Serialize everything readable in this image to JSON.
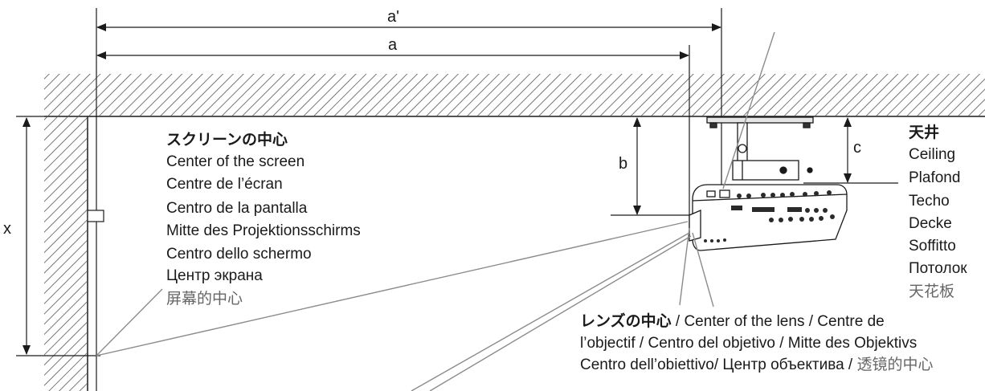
{
  "dimensions": {
    "a_prime": "a'",
    "a": "a",
    "b": "b",
    "c": "c",
    "x": "x"
  },
  "screen_center_labels": [
    "スクリーンの中心",
    "Center of the screen",
    "Centre de l’écran",
    "Centro de la pantalla",
    "Mitte des Projektionsschirms",
    "Centro dello schermo",
    "Центр экрана",
    "屏幕的中心"
  ],
  "ceiling_labels": [
    "天井",
    "Ceiling",
    "Plafond",
    "Techo",
    "Decke",
    "Soffitto",
    "Потолок",
    "天花板"
  ],
  "lens_center": {
    "jp": "レンズの中心",
    "line1_rest": " / Center of the lens / Centre de",
    "line2": "l’objectif / Centro del objetivo / Mitte des Objektivs",
    "line3": "Centro dell’obiettivo/ Центр объектива / ",
    "line3_cn": "透镜的中心"
  },
  "colors": {
    "line": "#1a1a1a",
    "hatch": "#555555",
    "gray_line": "#8c8c8c"
  }
}
